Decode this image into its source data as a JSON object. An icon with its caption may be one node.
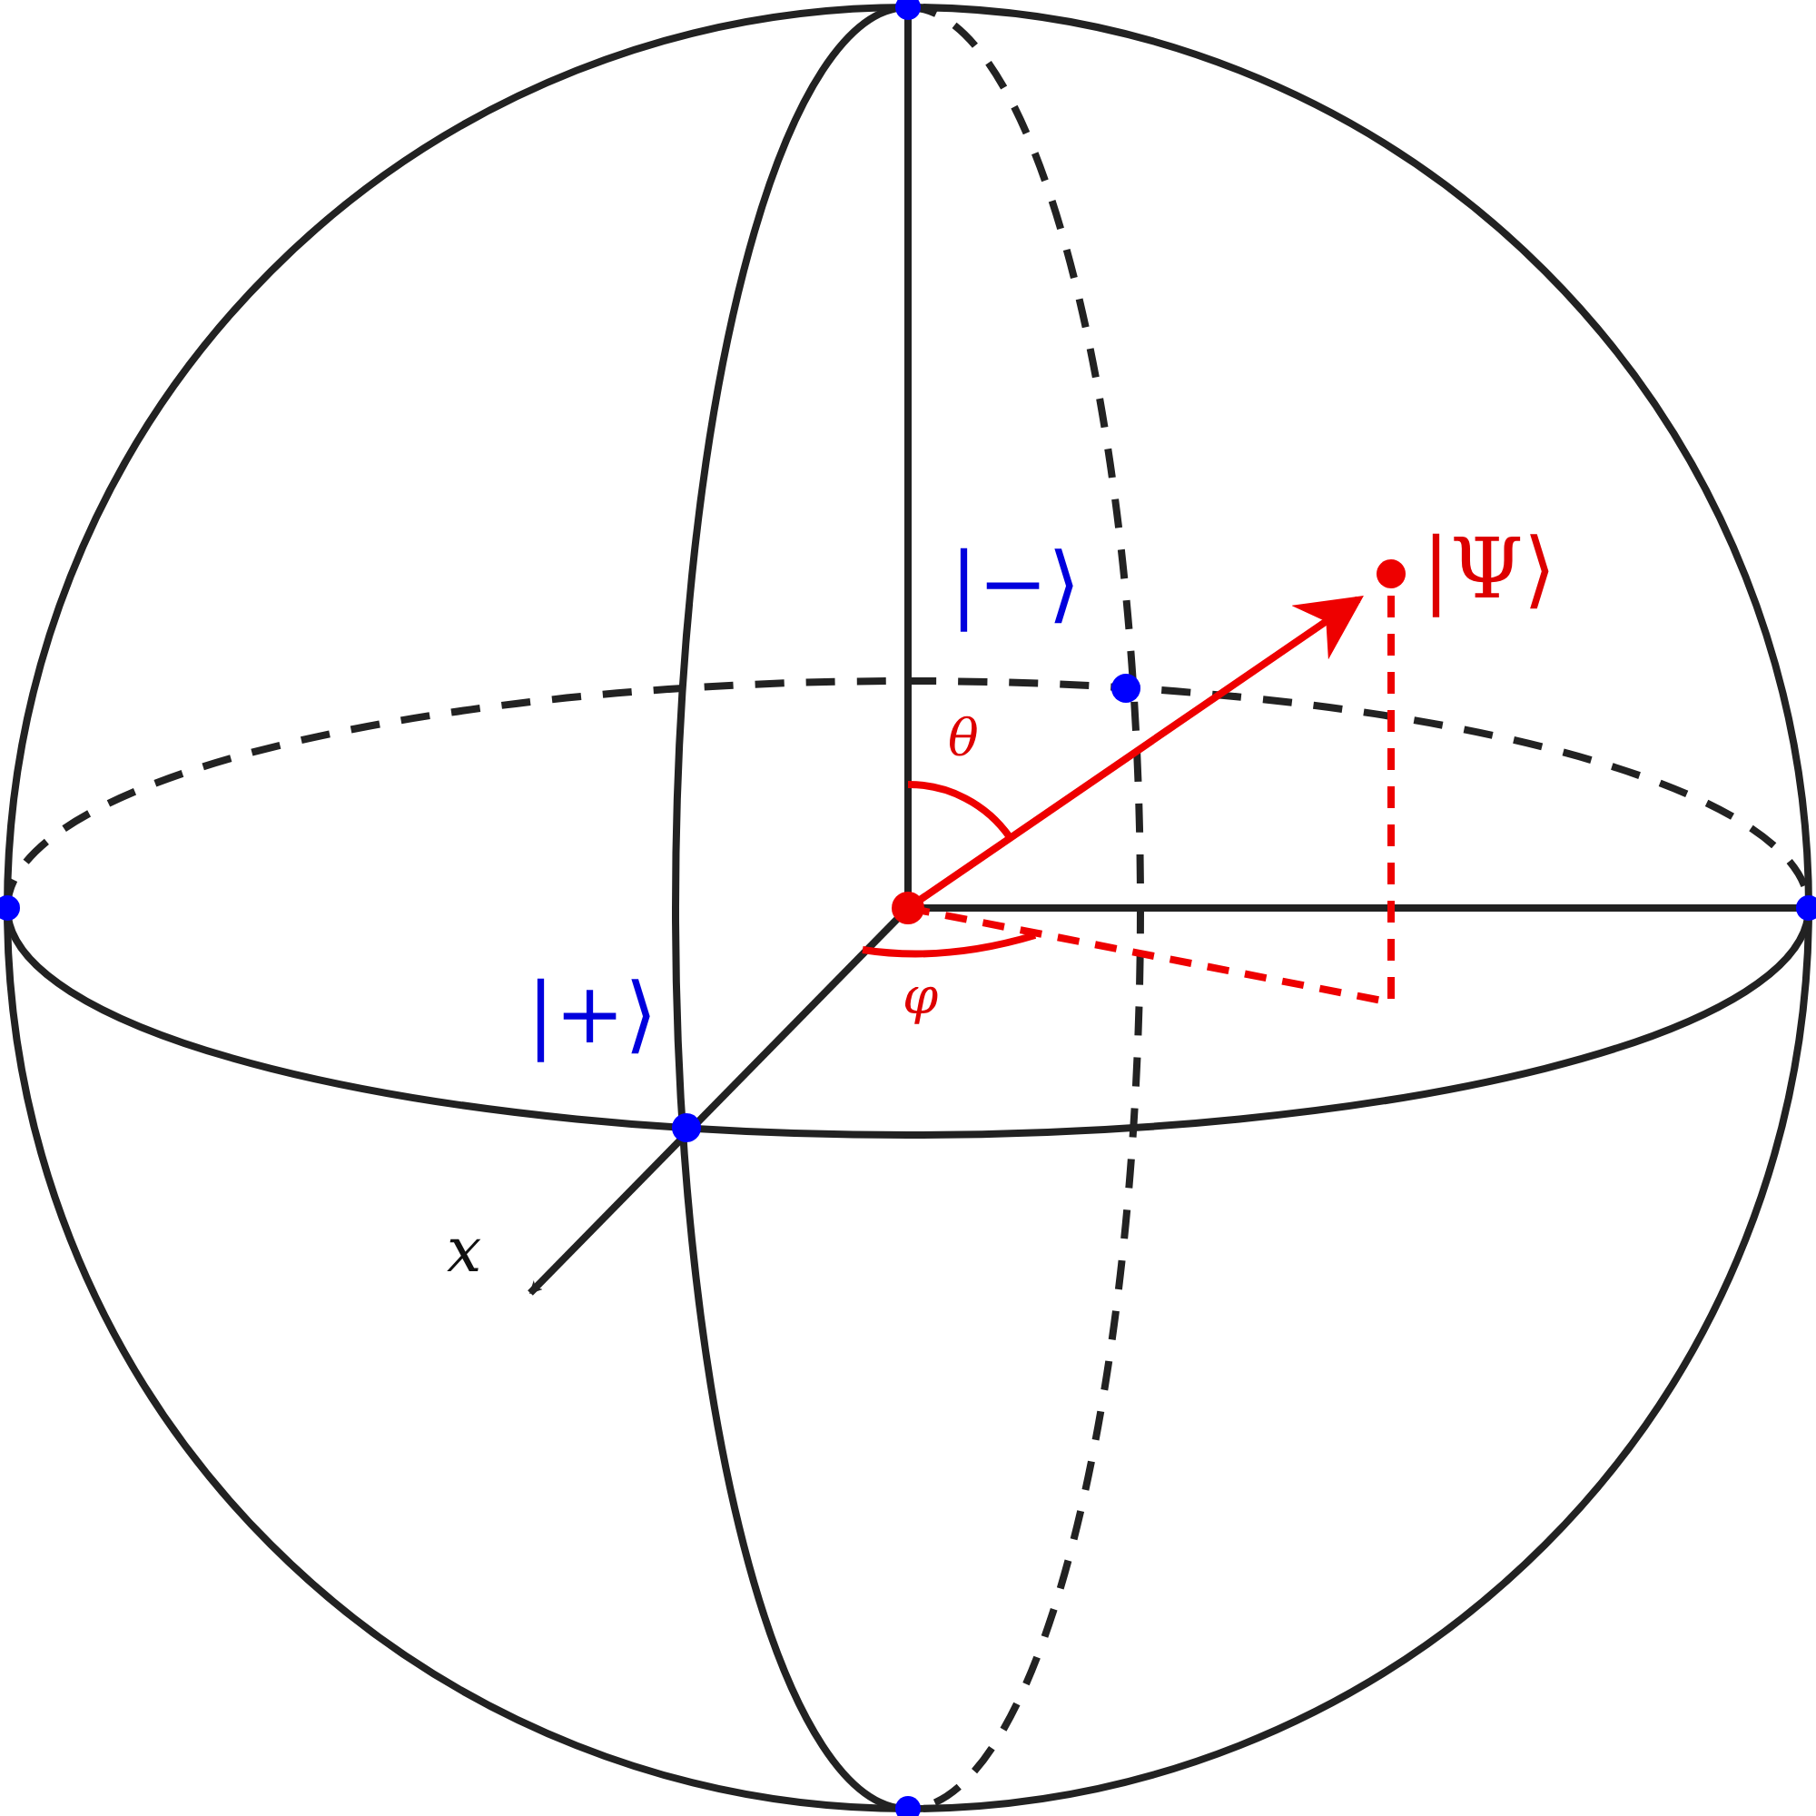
{
  "diagram": {
    "labels": [
      "|−⟩",
      "|Ψ⟩",
      "θ",
      "|+⟩",
      "φ",
      "x"
    ]
  }
}
